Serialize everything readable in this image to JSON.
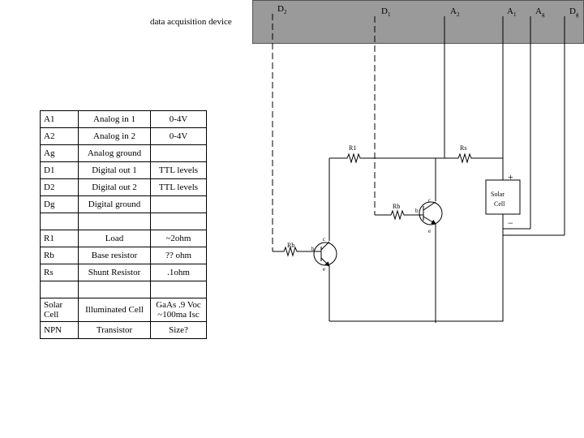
{
  "device": {
    "label": "data acquisition device",
    "pins": [
      {
        "name": "D2",
        "main": "D",
        "sub": "2"
      },
      {
        "name": "D1",
        "main": "D",
        "sub": "1"
      },
      {
        "name": "A2",
        "main": "A",
        "sub": "2"
      },
      {
        "name": "A1",
        "main": "A",
        "sub": "1"
      },
      {
        "name": "Ag",
        "main": "A",
        "sub": "g"
      },
      {
        "name": "Dg",
        "main": "D",
        "sub": "g"
      }
    ]
  },
  "legend": {
    "rows": [
      {
        "sym": "A1",
        "desc": "Analog in 1",
        "val": "0-4V"
      },
      {
        "sym": "A2",
        "desc": "Analog in 2",
        "val": "0-4V"
      },
      {
        "sym": "Ag",
        "desc": "Analog ground",
        "val": ""
      },
      {
        "sym": "D1",
        "desc": "Digital out 1",
        "val": "TTL levels"
      },
      {
        "sym": "D2",
        "desc": "Digital out 2",
        "val": "TTL levels"
      },
      {
        "sym": "Dg",
        "desc": "Digital ground",
        "val": ""
      },
      {
        "sym": "",
        "desc": "",
        "val": ""
      },
      {
        "sym": "R1",
        "desc": "Load",
        "val": "~2ohm"
      },
      {
        "sym": "Rb",
        "desc": "Base resistor",
        "val": "?? ohm"
      },
      {
        "sym": "Rs",
        "desc": "Shunt Resistor",
        "val": ".1ohm"
      },
      {
        "sym": "",
        "desc": "",
        "val": ""
      },
      {
        "sym": "Solar Cell",
        "desc": "Illuminated Cell",
        "val": "GaAs .9 Voc ~100ma Isc"
      },
      {
        "sym": "NPN",
        "desc": "Transistor",
        "val": "Size?"
      }
    ]
  },
  "circuit": {
    "r1_label": "R1",
    "rs_label": "Rs",
    "rb_label": "Rb",
    "solar_line1": "Solar",
    "solar_line2": "Cell",
    "plus": "+",
    "minus": "−",
    "transistor_c": "c",
    "transistor_b": "b",
    "transistor_e": "e"
  }
}
